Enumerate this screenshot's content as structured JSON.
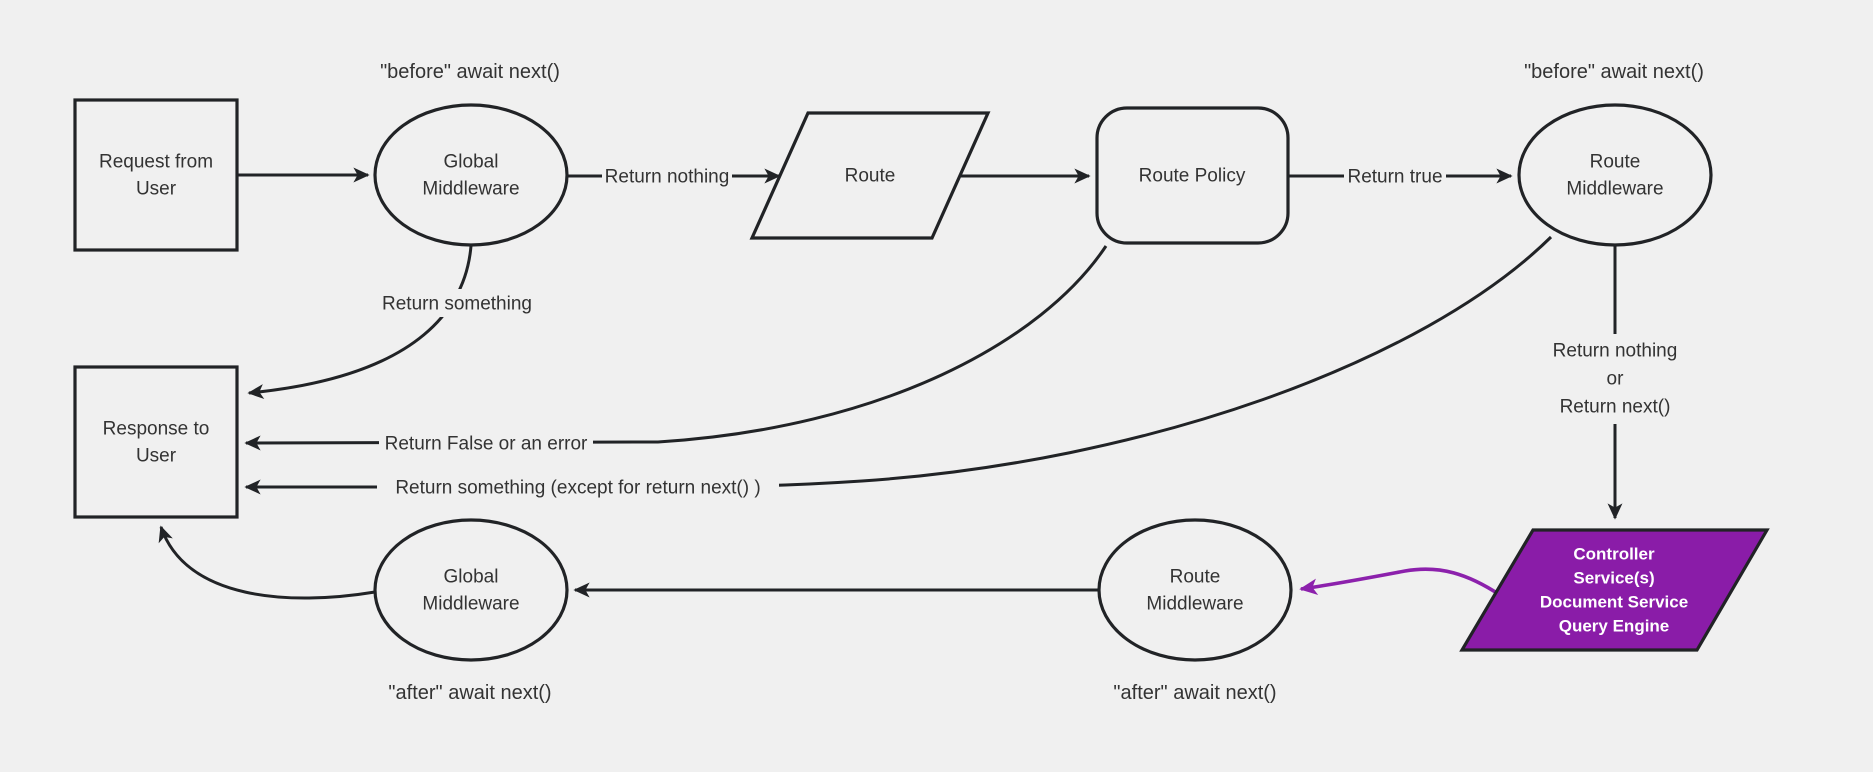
{
  "diagram": {
    "type": "flowchart",
    "colors": {
      "background": "#f0f0f0",
      "stroke": "#212326",
      "text": "#333333",
      "accent_purple": "#8c21ac",
      "highlight_fill": "#8a1ca8",
      "highlight_text": "#ffffff"
    },
    "nodes": {
      "request_from_user": {
        "shape": "rectangle",
        "lines": [
          "Request from",
          "User"
        ]
      },
      "global_middleware_top": {
        "shape": "ellipse",
        "lines": [
          "Global",
          "Middleware"
        ]
      },
      "route": {
        "shape": "parallelogram",
        "label": "Route"
      },
      "route_policy": {
        "shape": "rounded-rectangle",
        "label": "Route Policy"
      },
      "route_middleware_top": {
        "shape": "ellipse",
        "lines": [
          "Route",
          "Middleware"
        ]
      },
      "response_to_user": {
        "shape": "rectangle",
        "lines": [
          "Response to",
          "User"
        ]
      },
      "global_middleware_bottom": {
        "shape": "ellipse",
        "lines": [
          "Global",
          "Middleware"
        ]
      },
      "route_middleware_bottom": {
        "shape": "ellipse",
        "lines": [
          "Route",
          "Middleware"
        ]
      },
      "controller_services": {
        "shape": "parallelogram",
        "lines": [
          "Controller",
          "Service(s)",
          "Document Service",
          "Query Engine"
        ]
      }
    },
    "annotations": {
      "global_before": "\"before\" await next()",
      "route_before": "\"before\" await next()",
      "global_after": "\"after\" await next()",
      "route_after": "\"after\" await next()"
    },
    "edges": {
      "return_nothing": "Return nothing",
      "return_true": "Return true",
      "return_something": "Return something",
      "return_false_or_error": "Return False or an error",
      "return_something_except": "Return something (except for return next() )",
      "return_nothing_or": [
        "Return nothing",
        "or",
        "Return next()"
      ]
    }
  }
}
